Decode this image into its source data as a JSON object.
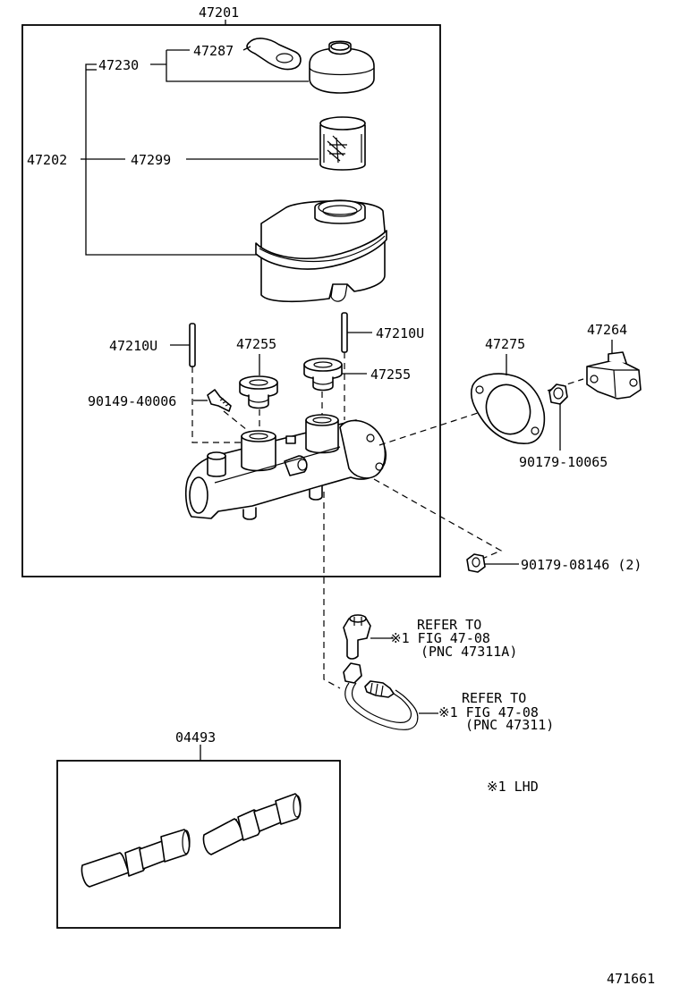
{
  "parts": {
    "p47201": "47201",
    "p47287": "47287",
    "p47230": "47230",
    "p47202": "47202",
    "p47299": "47299",
    "p47210u_left": "47210U",
    "p47210u_right": "47210U",
    "p47255_left": "47255",
    "p47255_right": "47255",
    "p90149": "90149-40006",
    "p47275": "47275",
    "p47264": "47264",
    "p90179_10065": "90179-10065",
    "p90179_08146": "90179-08146 (2)",
    "p04493": "04493"
  },
  "refs": {
    "ref1": {
      "line1": "REFER TO",
      "line2": "※1 FIG 47-08",
      "line3": "(PNC 47311A)"
    },
    "ref2": {
      "line1": "REFER TO",
      "line2": "※1 FIG 47-08",
      "line3": "(PNC 47311)"
    }
  },
  "note": "※1 LHD",
  "figure_number": "471661"
}
